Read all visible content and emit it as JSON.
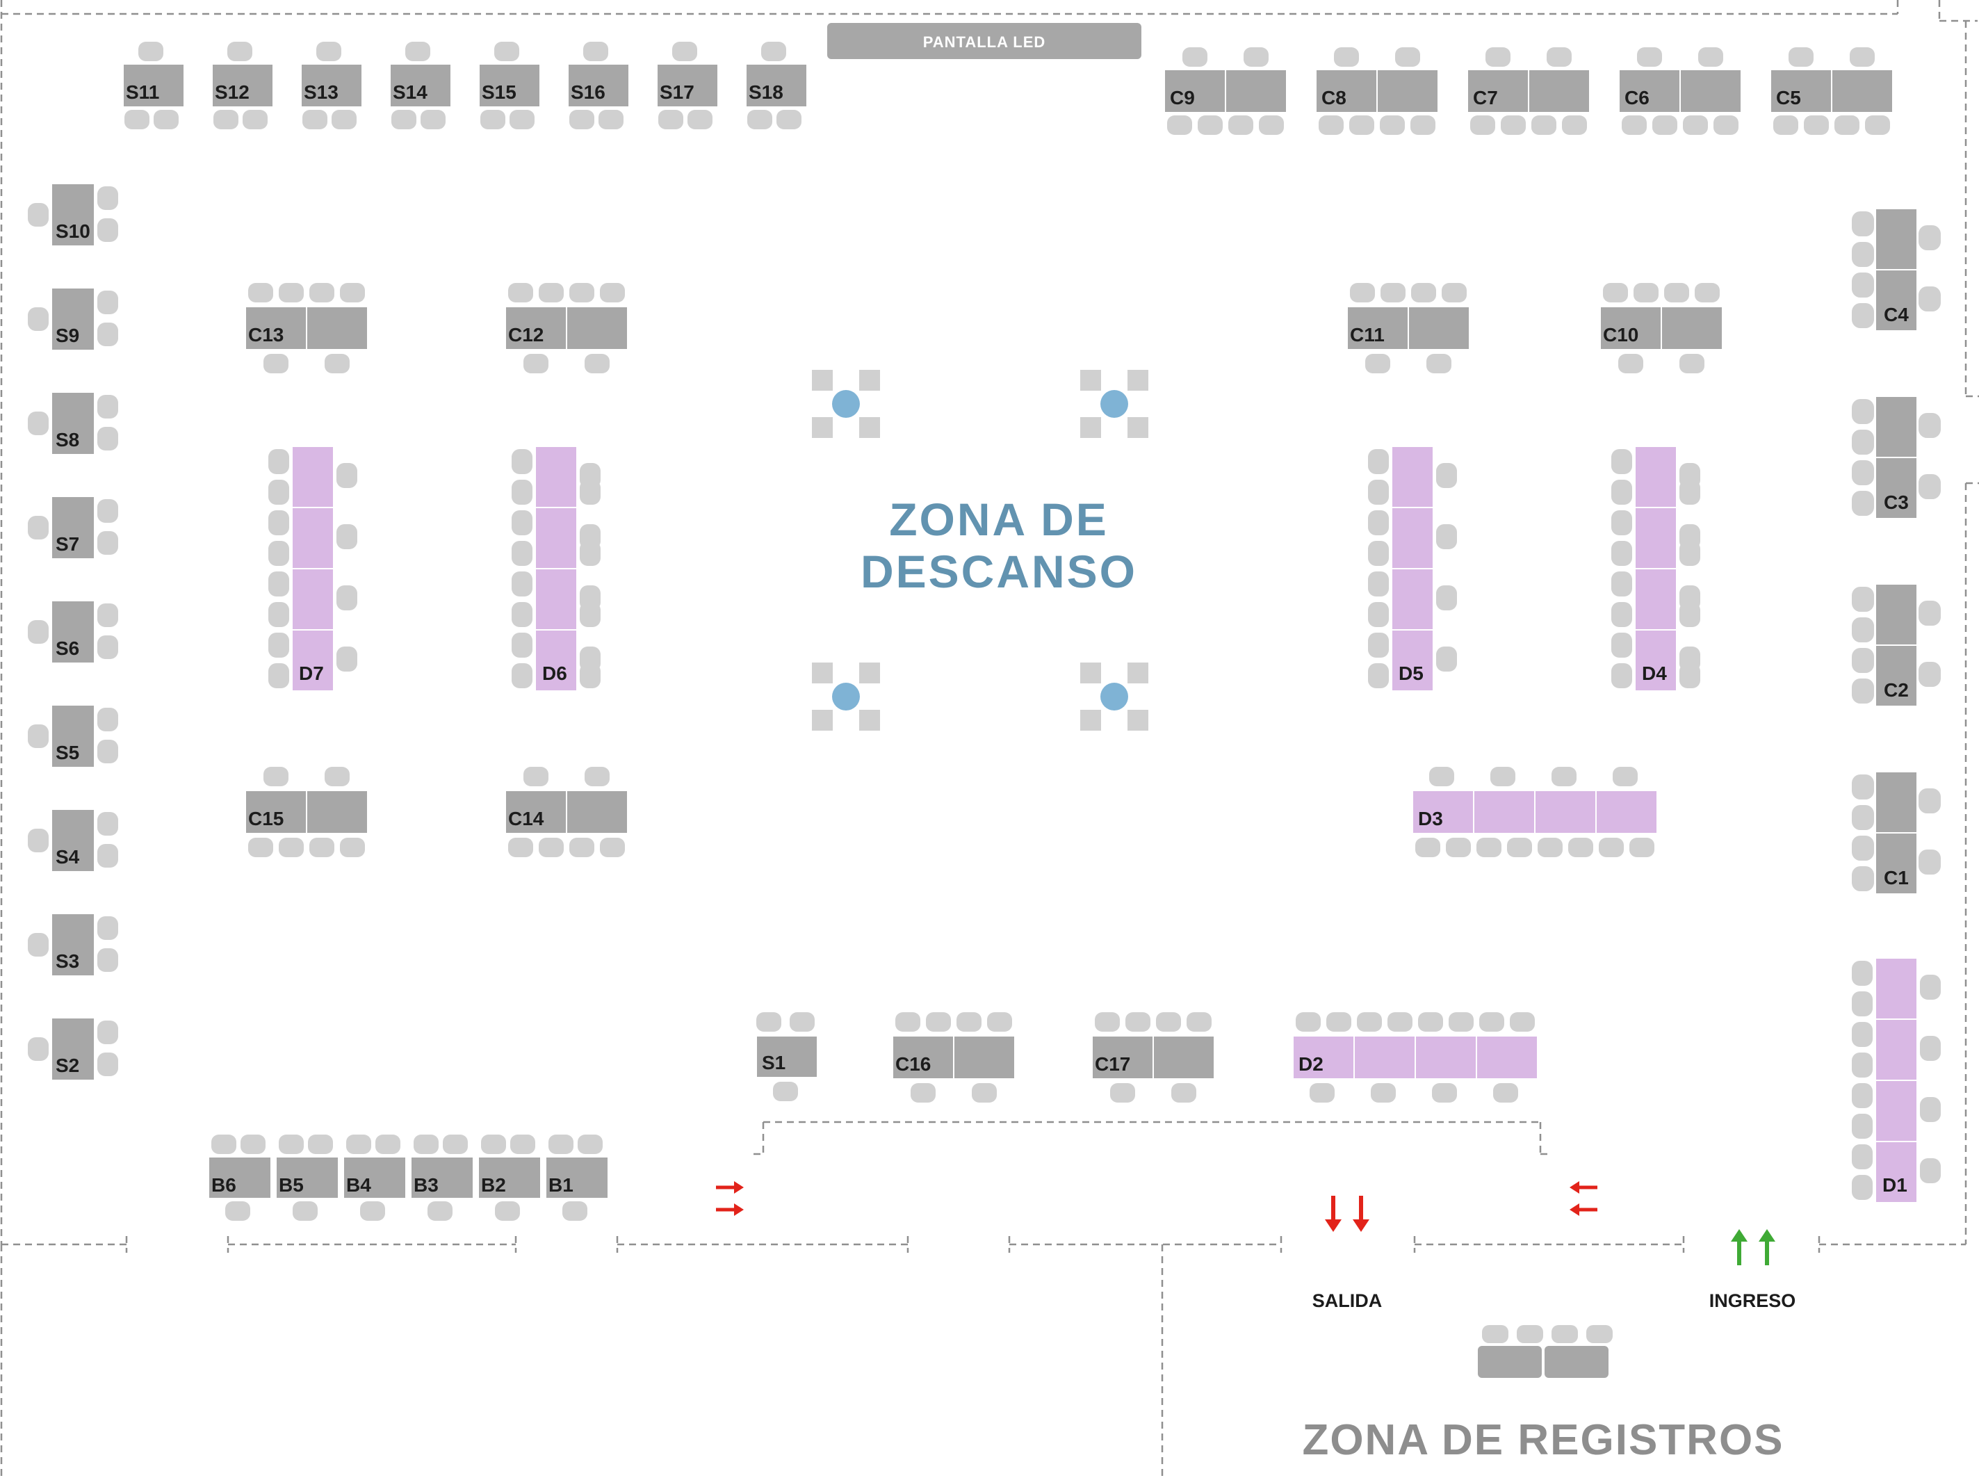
{
  "colors": {
    "table": "#a7a7a7",
    "table_stroke": "#ffffff",
    "chair": "#d0d0d0",
    "purple": "#d9b8e4",
    "zone_text": "#6293b0",
    "registro_text": "#8e8e8e",
    "dashed": "#8f8f8f",
    "exit_arrow": "#e2231a",
    "entry_arrow": "#3faa35",
    "column": "#7fb3d5",
    "text_dark": "#1c1c1c",
    "screen": "#a7a7a7",
    "screen_text": "#ffffff"
  },
  "screen": {
    "label": "PANTALLA LED"
  },
  "zone": {
    "line1": "ZONA DE",
    "line2": "DESCANSO"
  },
  "registro": {
    "label": "ZONA DE REGISTROS"
  },
  "exit": {
    "label": "SALIDA",
    "icon": "arrow-down-icon"
  },
  "entry": {
    "label": "INGRESO",
    "icon": "arrow-up-icon"
  },
  "tables": {
    "s_top": [
      "S11",
      "S12",
      "S13",
      "S14",
      "S15",
      "S16",
      "S17",
      "S18"
    ],
    "s_left": [
      "S10",
      "S9",
      "S8",
      "S7",
      "S6",
      "S5",
      "S4",
      "S3",
      "S2"
    ],
    "s_bottom": [
      "S1"
    ],
    "c_top": [
      "C9",
      "C8",
      "C7",
      "C6",
      "C5"
    ],
    "c_inner": [
      "C13",
      "C12",
      "C11",
      "C10",
      "C15",
      "C14",
      "C16",
      "C17"
    ],
    "c_right": [
      "C4",
      "C3",
      "C2",
      "C1"
    ],
    "d_vertical": [
      "D7",
      "D6",
      "D5",
      "D4",
      "D1"
    ],
    "d_horizontal": [
      "D3",
      "D2"
    ],
    "b_row": [
      "B6",
      "B5",
      "B4",
      "B3",
      "B2",
      "B1"
    ]
  }
}
